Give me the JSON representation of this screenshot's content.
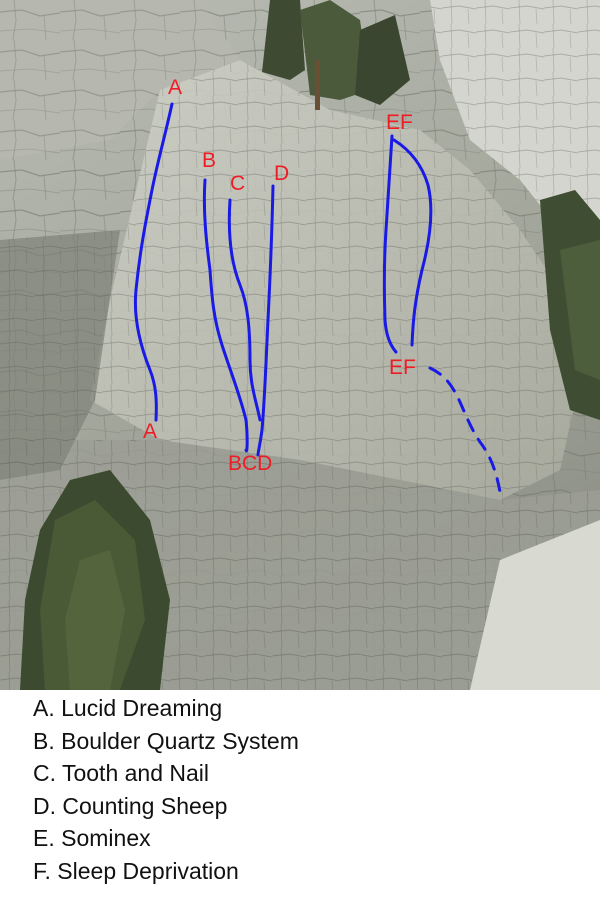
{
  "photo": {
    "route_labels": {
      "a_top": "A",
      "a_bottom": "A",
      "b": "B",
      "c": "C",
      "d": "D",
      "bcd": "BCD",
      "ef_top": "EF",
      "ef_bottom": "EF"
    },
    "colors": {
      "route_line": "#1a1ae6",
      "route_label": "#ee1c25"
    }
  },
  "legend": {
    "items": [
      "A. Lucid Dreaming",
      "B. Boulder Quartz System",
      "C. Tooth and Nail",
      "D. Counting Sheep",
      "E. Sominex",
      "F. Sleep Deprivation"
    ]
  }
}
